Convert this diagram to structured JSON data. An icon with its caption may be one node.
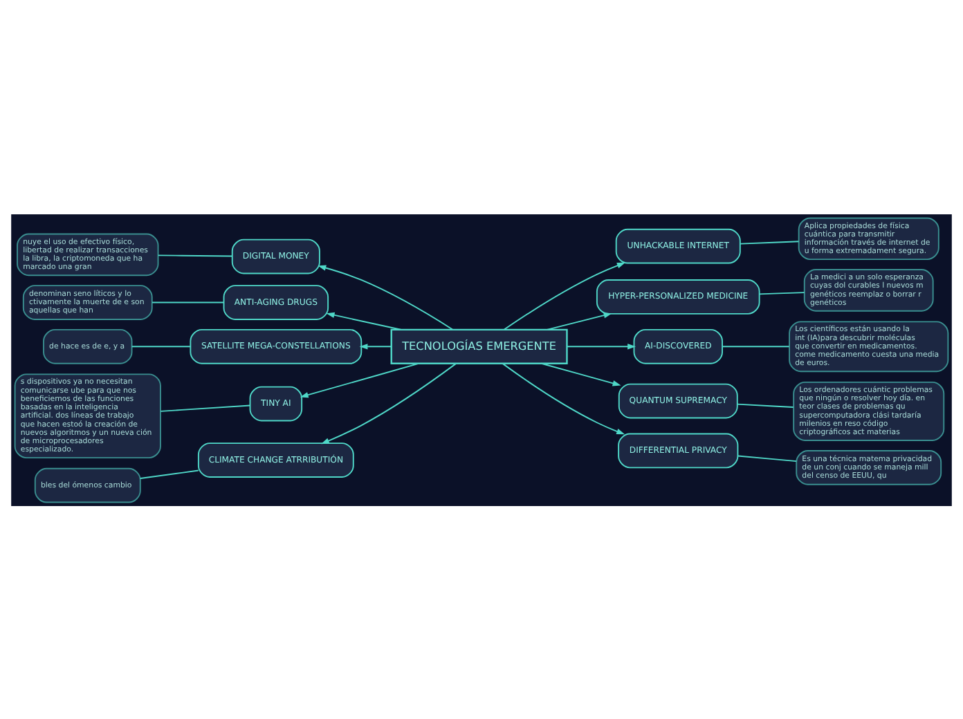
{
  "diagram": {
    "nodes": [
      {
        "text": [
          "TECNOLOGÍAS EMERGENTE"
        ]
      },
      {
        "text": [
          "UNHACKABLE INTERNET"
        ]
      },
      {
        "text": [
          "Aplica propiedades de física cuántica para transmitir información través de internet de u forma extremadament segura."
        ]
      },
      {
        "text": [
          "DIGITAL MONEY"
        ]
      },
      {
        "text": [
          "nuye el uso de efectivo físico, libertad de realizar transacciones la libra, la criptomoneda que ha marcado una gran"
        ]
      },
      {
        "text": [
          "ANTI-AGING DRUGS"
        ]
      },
      {
        "text": [
          "denominan seno líticos y lo ctivamente la muerte de e son aquellas que han"
        ]
      },
      {
        "text": [
          "HYPER-PERSONALIZED MEDICINE"
        ]
      },
      {
        "text": [
          "La medici a un solo esperanza cuyas dol curables l nuevos m genéticos reemplaz o borrar r genéticos"
        ]
      },
      {
        "text": [
          "SATELLITE MEGA-CONSTELLATIONS"
        ]
      },
      {
        "text": [
          "de hace es de e, y a"
        ]
      },
      {
        "text": [
          "AI-DISCOVERED"
        ]
      },
      {
        "text": [
          "Los científicos están usando la int (IA)para descubrir moléculas que convertir en medicamentos. come medicamento cuesta una media de euros."
        ]
      },
      {
        "text": [
          "TINY AI"
        ]
      },
      {
        "text": [
          "s dispositivos ya no necesitan comunicarse ube para que nos beneficiemos de las funciones basadas en la inteligencia artificial. dos líneas de trabajo que hacen estoó la creación de nuevos algoritmos y un nueva ción de microprocesadores especializado."
        ]
      },
      {
        "text": [
          "QUANTUM SUPREMACY"
        ]
      },
      {
        "text": [
          "Los ordenadores cuántic problemas que ningún o resolver hoy día. en teor clases de problemas qu supercomputadora clási tardaría milenios en reso código criptográficos act materias"
        ]
      },
      {
        "text": [
          "CLIMATE CHANGE ATRRIBUTIÓN"
        ]
      },
      {
        "text": [
          "bles del ómenos cambio"
        ]
      },
      {
        "text": [
          "DIFFERENTIAL PRIVACY"
        ]
      },
      {
        "text": [
          "Es una técnica matema privacidad de un conj cuando se maneja mill del censo de EEUU, qu"
        ]
      }
    ],
    "edges": [
      {
        "from": 0,
        "to": 1,
        "arrow": "to"
      },
      {
        "from": 1,
        "to": 2,
        "arrow": "none"
      },
      {
        "from": 0,
        "to": 3,
        "arrow": "to"
      },
      {
        "from": 3,
        "to": 4,
        "arrow": "none"
      },
      {
        "from": 0,
        "to": 5,
        "arrow": "to"
      },
      {
        "from": 5,
        "to": 6,
        "arrow": "none"
      },
      {
        "from": 0,
        "to": 7,
        "arrow": "to"
      },
      {
        "from": 7,
        "to": 8,
        "arrow": "none"
      },
      {
        "from": 0,
        "to": 9,
        "arrow": "to"
      },
      {
        "from": 9,
        "to": 10,
        "arrow": "none"
      },
      {
        "from": 0,
        "to": 11,
        "arrow": "to"
      },
      {
        "from": 11,
        "to": 12,
        "arrow": "none"
      },
      {
        "from": 0,
        "to": 13,
        "arrow": "to"
      },
      {
        "from": 13,
        "to": 14,
        "arrow": "none"
      },
      {
        "from": 0,
        "to": 15,
        "arrow": "to"
      },
      {
        "from": 15,
        "to": 16,
        "arrow": "none"
      },
      {
        "from": 0,
        "to": 17,
        "arrow": "to"
      },
      {
        "from": 17,
        "to": 18,
        "arrow": "none"
      },
      {
        "from": 0,
        "to": 19,
        "arrow": "to"
      },
      {
        "from": 19,
        "to": 20,
        "arrow": "none"
      }
    ]
  }
}
